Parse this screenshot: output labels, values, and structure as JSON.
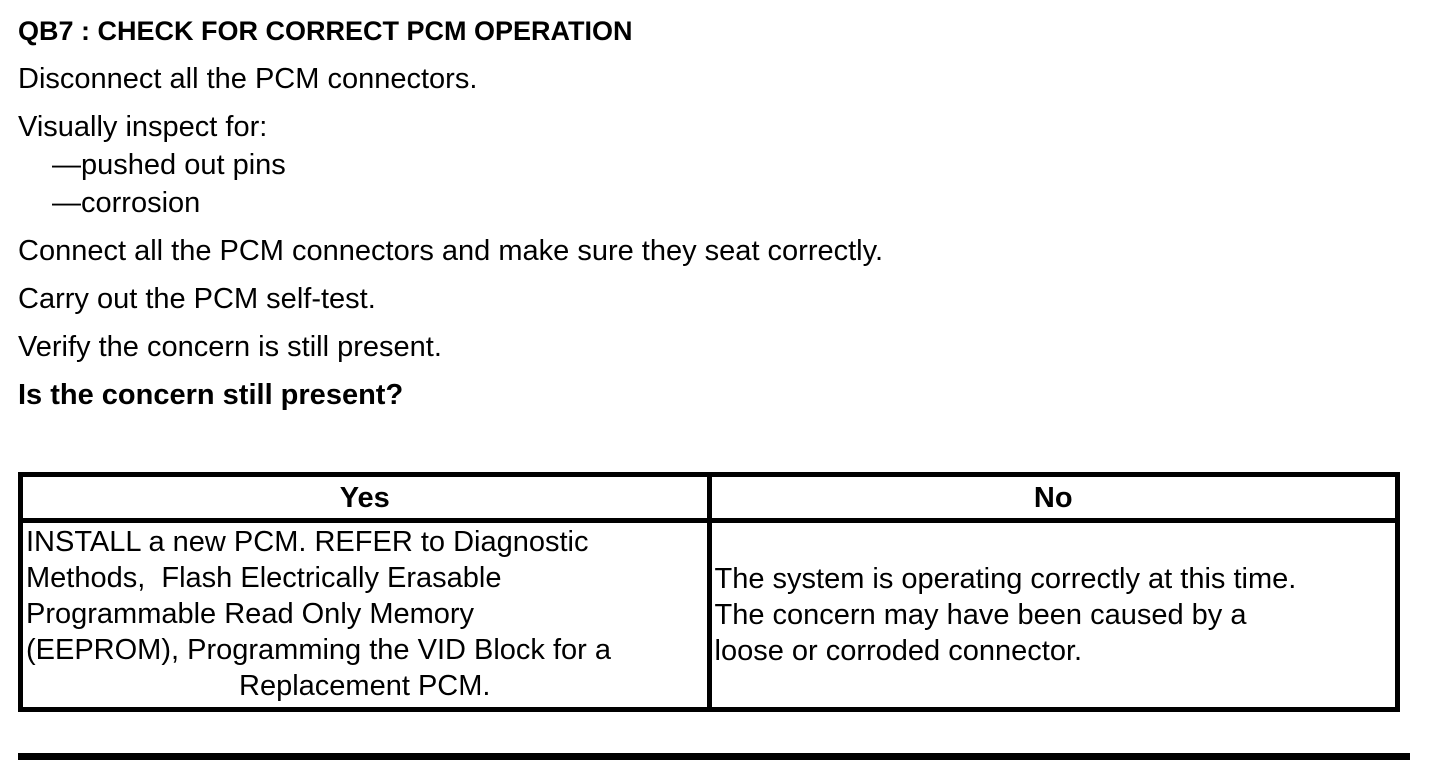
{
  "document": {
    "title": "QB7 : CHECK FOR CORRECT PCM OPERATION",
    "steps": {
      "disconnect": "Disconnect all the PCM connectors.",
      "inspect_intro": "Visually inspect for:",
      "inspect_items": [
        "—pushed out pins",
        "—corrosion"
      ],
      "connect": "Connect all the PCM connectors and make sure they seat correctly.",
      "self_test": "Carry out the PCM self-test.",
      "verify": "Verify the concern is still present.",
      "question": "Is the concern still present?"
    },
    "decision_table": {
      "yes_header": "Yes",
      "no_header": "No",
      "yes_action_lines": [
        "INSTALL a new PCM. REFER to Diagnostic",
        "Methods,  Flash Electrically Erasable",
        "Programmable Read Only Memory",
        "(EEPROM), Programming the VID Block for a",
        "Replacement PCM."
      ],
      "no_action_lines": [
        "The system is operating correctly at this time.",
        "The concern may have been caused by a",
        "loose or corroded connector."
      ]
    },
    "colors": {
      "text": "#000000",
      "background": "#ffffff"
    }
  }
}
